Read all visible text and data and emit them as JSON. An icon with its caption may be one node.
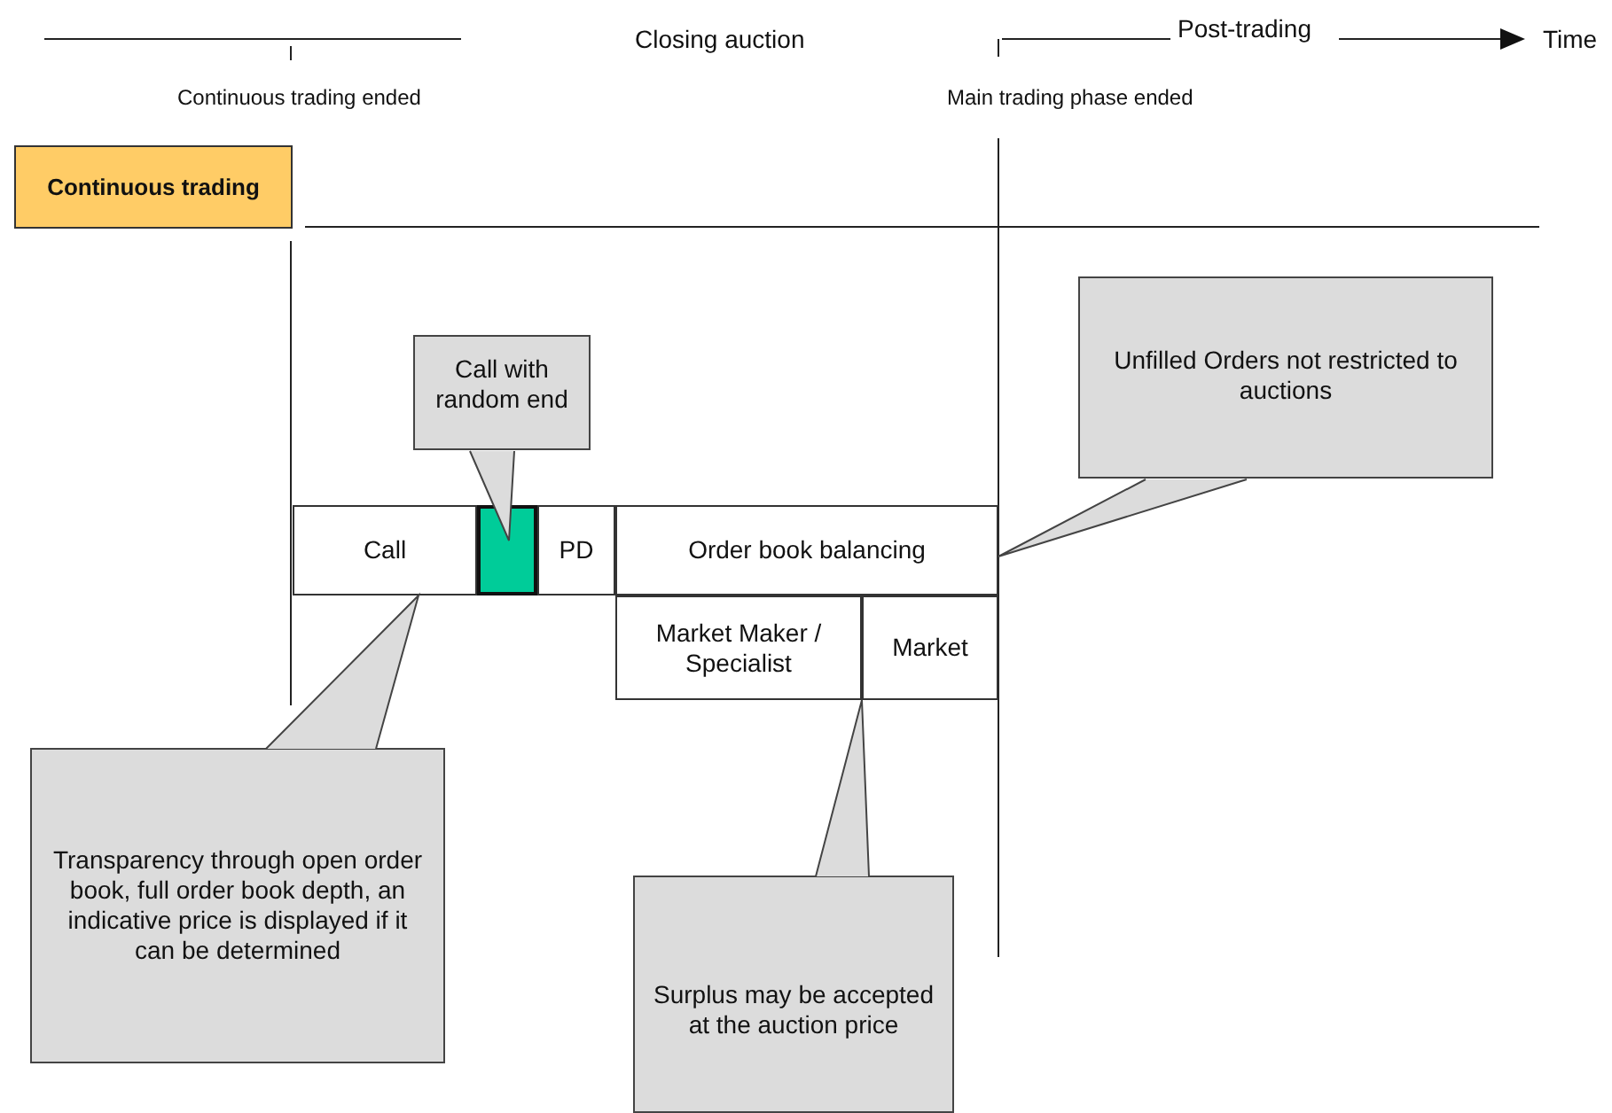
{
  "diagram": {
    "nodes": [
      {
        "text": [
          "Continuous trading"
        ]
      },
      {
        "text": [
          "Call"
        ]
      },
      {
        "text": [],
        "shape": "box"
      },
      {
        "text": [
          "PD"
        ]
      },
      {
        "text": [
          "Order book balancing"
        ]
      },
      {
        "text": [
          "Market Maker / Specialist"
        ]
      },
      {
        "text": [
          "Market"
        ]
      },
      {
        "text": [
          "Call with random end"
        ]
      },
      {
        "text": [
          "Unfilled Orders not restricted to auctions"
        ]
      },
      {
        "text": [
          "Transparency through open order book, full order book depth, an indicative price is displayed if it can be determined"
        ]
      },
      {
        "text": [
          "Surplus may be accepted at the auction price"
        ]
      }
    ],
    "edges": [
      {
        "from": 7,
        "to": 2,
        "arrow": "none"
      },
      {
        "from": 8,
        "to": 4,
        "arrow": "none"
      },
      {
        "from": 9,
        "to": 1,
        "arrow": "none"
      },
      {
        "from": 10,
        "to": 6,
        "arrow": "none"
      }
    ],
    "labels": [
      "Closing auction",
      "Post-trading",
      "Time",
      "Continuous trading ended",
      "Main trading phase ended"
    ]
  }
}
